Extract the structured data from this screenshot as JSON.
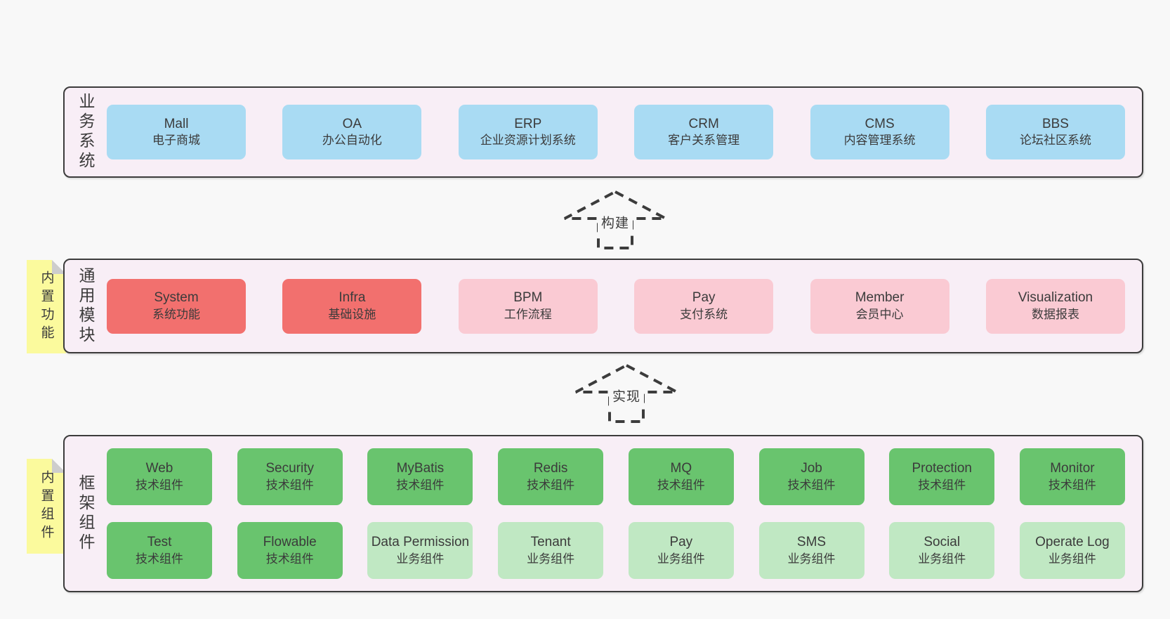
{
  "colors": {
    "page_bg": "#f8f8f8",
    "band_bg": "#f8eef6",
    "band_border": "#3c3c3c",
    "blue_box": "#a9dbf3",
    "red_box": "#f2706e",
    "pink_box": "#facad3",
    "green_box": "#69c46e",
    "light_green_box": "#c0e8c3",
    "note_yellow": "#fbfa9d",
    "text": "#3b3b3b"
  },
  "bands": [
    {
      "label": "业务系统",
      "boxes": [
        {
          "title": "Mall",
          "subtitle": "电子商城",
          "variant": "blue"
        },
        {
          "title": "OA",
          "subtitle": "办公自动化",
          "variant": "blue"
        },
        {
          "title": "ERP",
          "subtitle": "企业资源计划系统",
          "variant": "blue"
        },
        {
          "title": "CRM",
          "subtitle": "客户关系管理",
          "variant": "blue"
        },
        {
          "title": "CMS",
          "subtitle": "内容管理系统",
          "variant": "blue"
        },
        {
          "title": "BBS",
          "subtitle": "论坛社区系统",
          "variant": "blue"
        }
      ]
    },
    {
      "label": "通用模块",
      "note": "内置功能",
      "boxes": [
        {
          "title": "System",
          "subtitle": "系统功能",
          "variant": "red"
        },
        {
          "title": "Infra",
          "subtitle": "基础设施",
          "variant": "red"
        },
        {
          "title": "BPM",
          "subtitle": "工作流程",
          "variant": "pink"
        },
        {
          "title": "Pay",
          "subtitle": "支付系统",
          "variant": "pink"
        },
        {
          "title": "Member",
          "subtitle": "会员中心",
          "variant": "pink"
        },
        {
          "title": "Visualization",
          "subtitle": "数据报表",
          "variant": "pink"
        }
      ]
    },
    {
      "label": "框架组件",
      "note": "内置组件",
      "rows": [
        [
          {
            "title": "Web",
            "subtitle": "技术组件",
            "variant": "green"
          },
          {
            "title": "Security",
            "subtitle": "技术组件",
            "variant": "green"
          },
          {
            "title": "MyBatis",
            "subtitle": "技术组件",
            "variant": "green"
          },
          {
            "title": "Redis",
            "subtitle": "技术组件",
            "variant": "green"
          },
          {
            "title": "MQ",
            "subtitle": "技术组件",
            "variant": "green"
          },
          {
            "title": "Job",
            "subtitle": "技术组件",
            "variant": "green"
          },
          {
            "title": "Protection",
            "subtitle": "技术组件",
            "variant": "green"
          },
          {
            "title": "Monitor",
            "subtitle": "技术组件",
            "variant": "green"
          }
        ],
        [
          {
            "title": "Test",
            "subtitle": "技术组件",
            "variant": "green"
          },
          {
            "title": "Flowable",
            "subtitle": "技术组件",
            "variant": "green"
          },
          {
            "title": "Data Permission",
            "subtitle": "业务组件",
            "variant": "lightgreen"
          },
          {
            "title": "Tenant",
            "subtitle": "业务组件",
            "variant": "lightgreen"
          },
          {
            "title": "Pay",
            "subtitle": "业务组件",
            "variant": "lightgreen"
          },
          {
            "title": "SMS",
            "subtitle": "业务组件",
            "variant": "lightgreen"
          },
          {
            "title": "Social",
            "subtitle": "业务组件",
            "variant": "lightgreen"
          },
          {
            "title": "Operate Log",
            "subtitle": "业务组件",
            "variant": "lightgreen"
          }
        ]
      ]
    }
  ],
  "arrows": [
    {
      "label": "构建"
    },
    {
      "label": "实现"
    }
  ]
}
